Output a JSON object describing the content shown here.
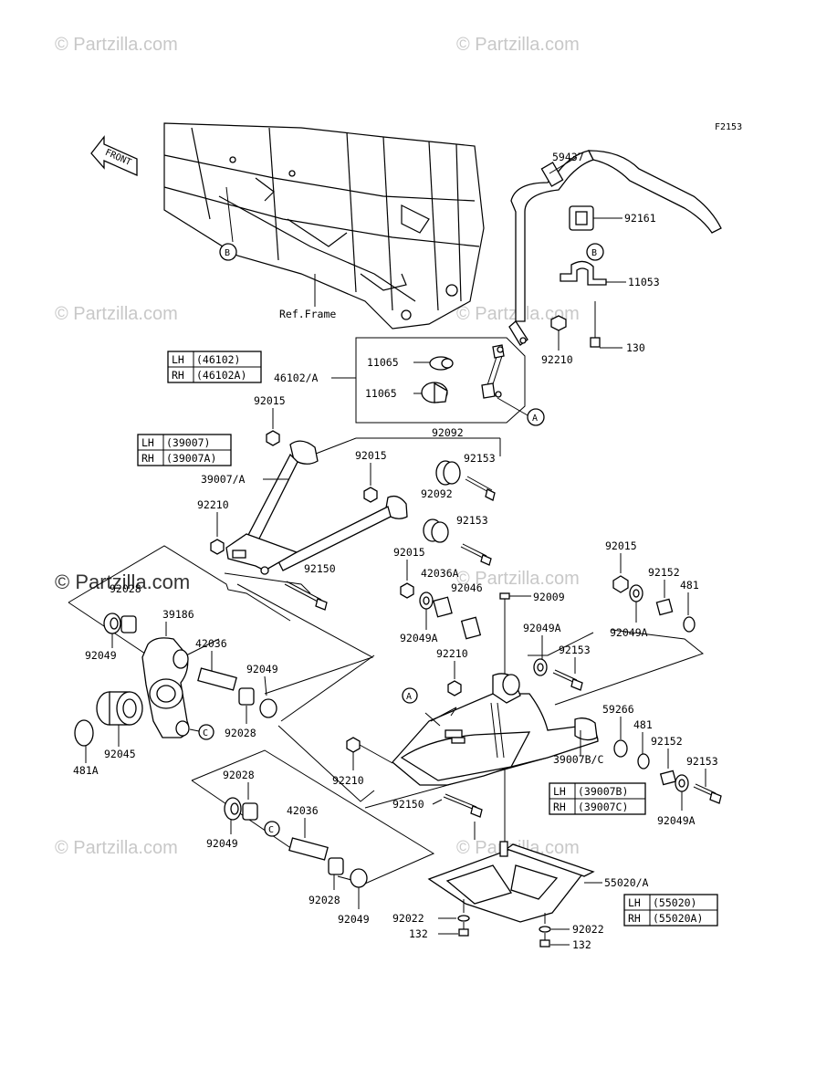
{
  "figure_id": "F2153",
  "watermark": "© Partzilla.com",
  "front_label": "FRONT",
  "ref_frame_label": "Ref.Frame",
  "circle_refs": {
    "a": "A",
    "b": "B",
    "c": "C"
  },
  "variant_tables": [
    {
      "rows": [
        {
          "side": "LH",
          "code": "(46102)"
        },
        {
          "side": "RH",
          "code": "(46102A)"
        }
      ]
    },
    {
      "rows": [
        {
          "side": "LH",
          "code": "(39007)"
        },
        {
          "side": "RH",
          "code": "(39007A)"
        }
      ]
    },
    {
      "rows": [
        {
          "side": "LH",
          "code": "(39007B)"
        },
        {
          "side": "RH",
          "code": "(39007C)"
        }
      ]
    },
    {
      "rows": [
        {
          "side": "LH",
          "code": "(55020)"
        },
        {
          "side": "RH",
          "code": "(55020A)"
        }
      ]
    }
  ],
  "part_labels": {
    "p59437": "59437",
    "p92161": "92161",
    "p11053": "11053",
    "p92210_top": "92210",
    "p130": "130",
    "p11065_a": "11065",
    "p11065_b": "11065",
    "p46102A": "46102/A",
    "p92015_a": "92015",
    "p92092_a": "92092",
    "p92153_a": "92153",
    "p92015_b": "92015",
    "p39007A": "39007/A",
    "p92092_b": "92092",
    "p92210_left": "92210",
    "p92153_b": "92153",
    "p92015_c": "92015",
    "p92150_top": "92150",
    "p42036A": "42036A",
    "p92046": "92046",
    "p92009": "92009",
    "p92015_d": "92015",
    "p92152_a": "92152",
    "p481_a": "481",
    "p92049A_a": "92049A",
    "p92049A_b": "92049A",
    "p92028_a": "92028",
    "p39186": "39186",
    "p92049_a": "92049",
    "p42036_a": "42036",
    "p92210_mid": "92210",
    "p92153_c": "92153",
    "p92049_b": "92049",
    "p92028_b": "92028",
    "p92045": "92045",
    "p481A": "481A",
    "p59266": "59266",
    "p481_b": "481",
    "p92152_b": "92152",
    "p92153_d": "92153",
    "p39007BC": "39007B/C",
    "p92210_low": "92210",
    "p92049A_c": "92049A",
    "p92150_low": "92150",
    "p92028_c": "92028",
    "p42036_b": "42036",
    "p92049_c": "92049",
    "p55020A": "55020/A",
    "p92028_d": "92028",
    "p92049_d": "92049",
    "p92022_a": "92022",
    "p92022_b": "92022",
    "p132_a": "132",
    "p132_b": "132"
  }
}
